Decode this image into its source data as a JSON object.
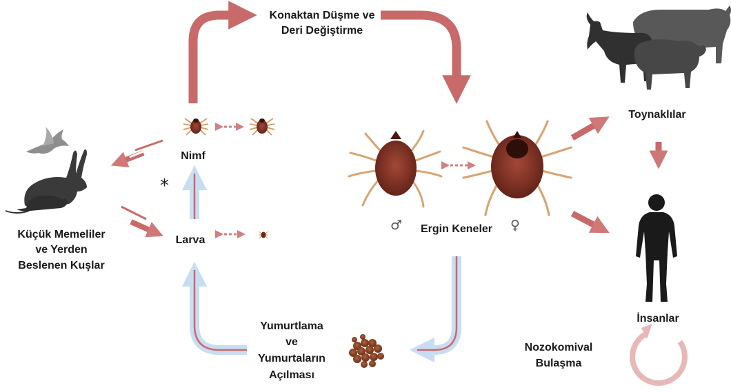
{
  "labels": {
    "drop_moult_1": "Konaktan Düşme ve",
    "drop_moult_2": "Deri Değiştirme",
    "nymph": "Nimf",
    "larva": "Larva",
    "adults": "Ergin Keneler",
    "hosts_small_1": "Küçük Memeliler",
    "hosts_small_2": "ve Yerden",
    "hosts_small_3": "Beslenen Kuşlar",
    "ungulates": "Toynaklılar",
    "humans": "İnsanlar",
    "eggs_1": "Yumurtlama",
    "eggs_2": "ve",
    "eggs_3": "Yumurtaların",
    "eggs_4": "Açılması",
    "nosocomial_1": "Nozokomival",
    "nosocomial_2": "Bulaşma"
  },
  "symbols": {
    "male": "♂",
    "female": "♀",
    "asterisk": "*"
  },
  "colors": {
    "arrow_red": "#c96a6a",
    "arrow_blue": "#c9ddf2",
    "silhouette": "#3c3c3c",
    "tick_brown": "#8a3a2a",
    "leg_tan": "#d49a64"
  },
  "icons": [
    "bird-icon",
    "rabbit-icon",
    "mouse-icon",
    "goat-icon",
    "yak-icon",
    "sheep-icon",
    "human-icon",
    "tick-icon",
    "egg-cluster-icon"
  ]
}
